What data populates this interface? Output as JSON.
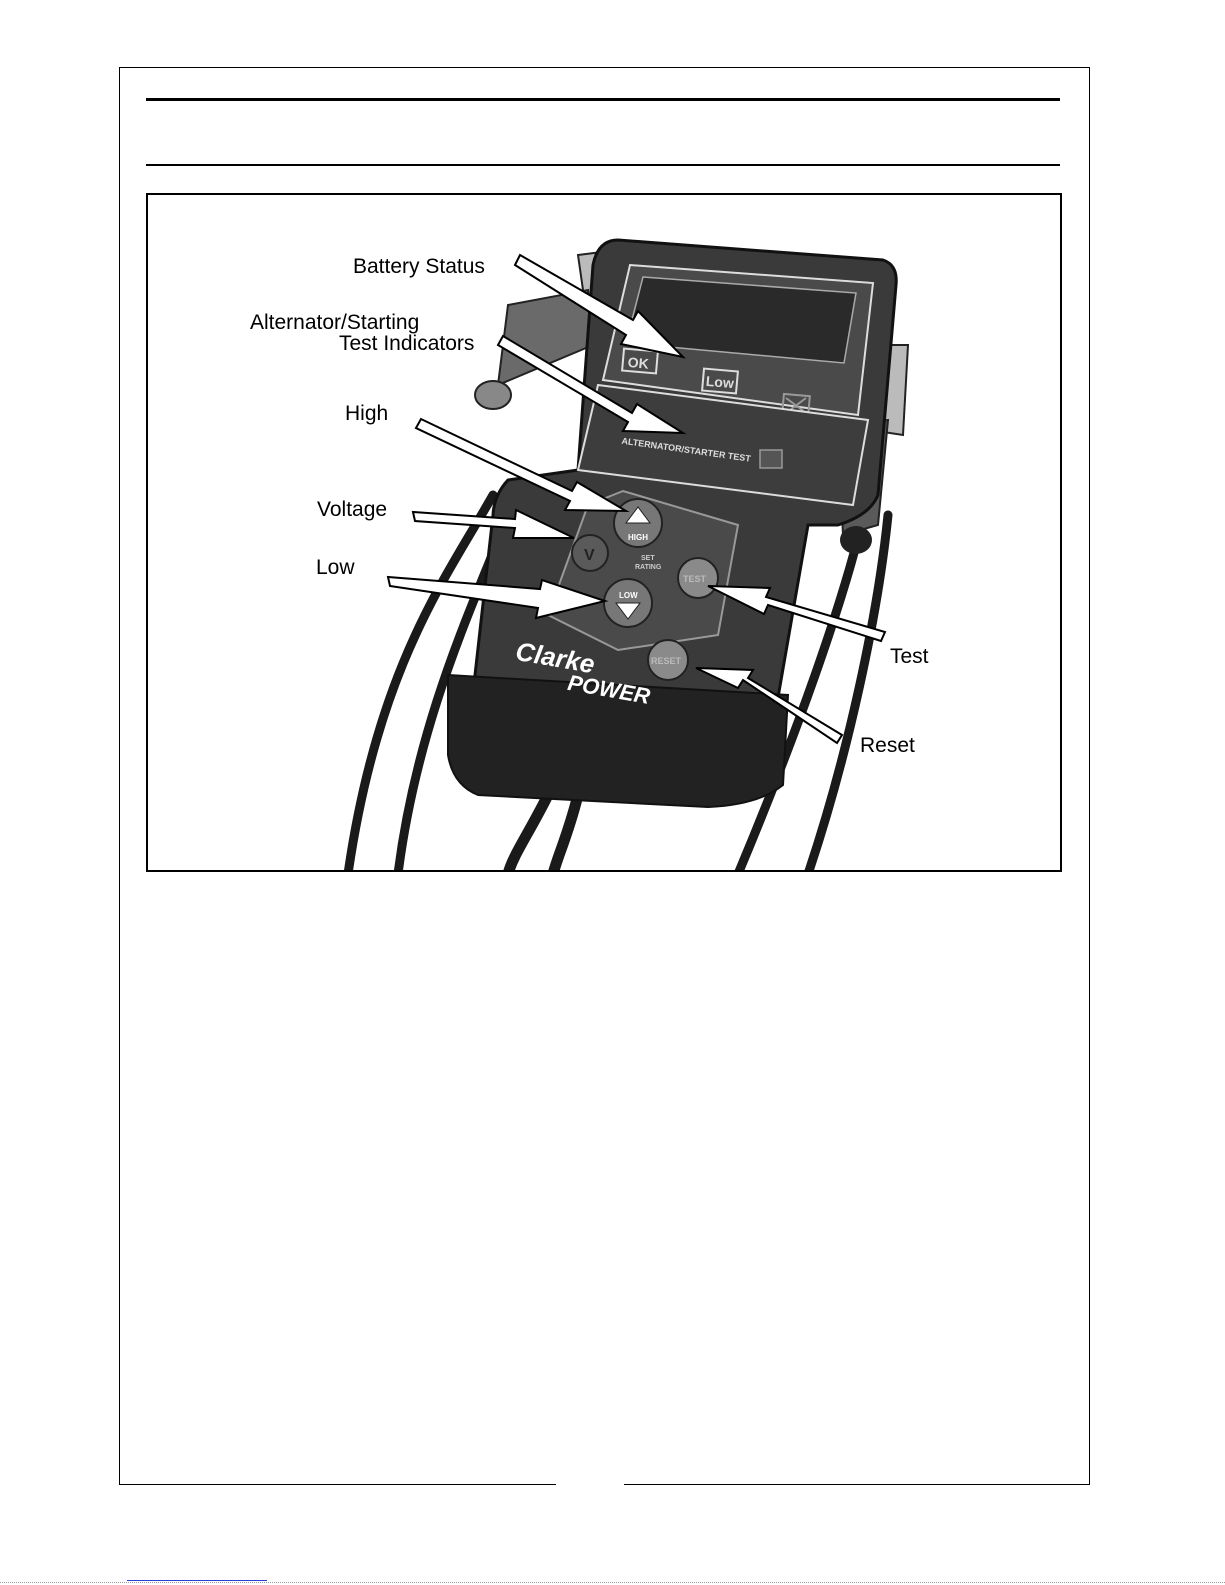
{
  "figure": {
    "callouts": {
      "battery_status": "Battery Status",
      "alternator_line1": "Alternator/Starting",
      "alternator_line2": "Test Indicators",
      "high": "High",
      "voltage": "Voltage",
      "low": "Low",
      "test": "Test",
      "reset": "Reset"
    },
    "device": {
      "ok_label": "OK",
      "low_indicator_label": "Low",
      "panel_text": "ALTERNATOR/STARTER TEST",
      "high_button": "HIGH",
      "low_button": "LOW",
      "set_rating_line1": "SET",
      "set_rating_line2": "RATING",
      "test_button": "TEST",
      "reset_button": "RESET",
      "brand_line1": "Clarke",
      "brand_line2": "POWER"
    }
  }
}
